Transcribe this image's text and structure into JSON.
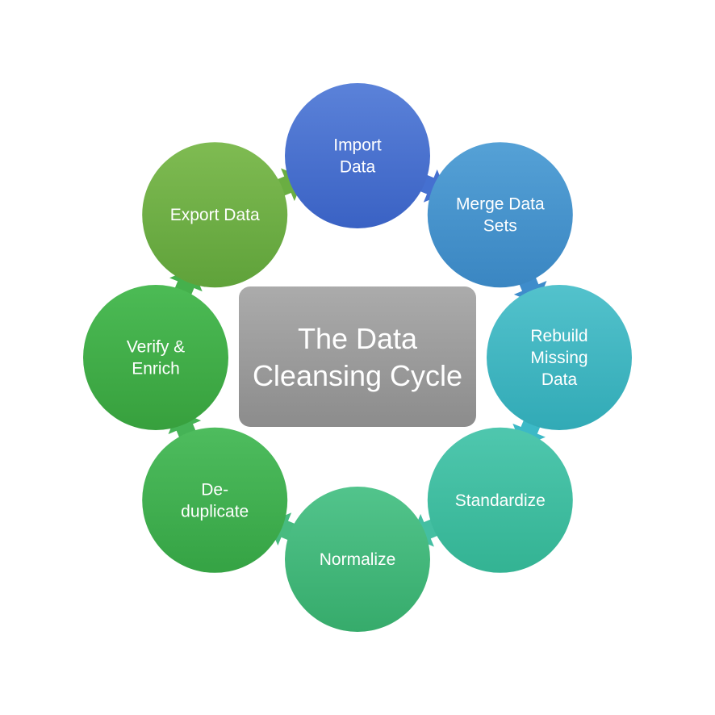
{
  "center": {
    "lines": [
      "The Data",
      "Cleansing Cycle"
    ],
    "color_top": "#ababab",
    "color_bottom": "#8c8c8c"
  },
  "nodes": [
    {
      "id": "import-data",
      "lines": [
        "Import",
        "Data"
      ],
      "color_top": "#5b82d9",
      "color_bottom": "#3a62c4"
    },
    {
      "id": "merge-data-sets",
      "lines": [
        "Merge Data",
        "Sets"
      ],
      "color_top": "#55a1d6",
      "color_bottom": "#3a86c2"
    },
    {
      "id": "rebuild-missing-data",
      "lines": [
        "Rebuild",
        "Missing",
        "Data"
      ],
      "color_top": "#53c2cc",
      "color_bottom": "#31aab6"
    },
    {
      "id": "standardize",
      "lines": [
        "Standardize"
      ],
      "color_top": "#4fc7ae",
      "color_bottom": "#33b393"
    },
    {
      "id": "normalize",
      "lines": [
        "Normalize"
      ],
      "color_top": "#52c48c",
      "color_bottom": "#36ab6b"
    },
    {
      "id": "de-duplicate",
      "lines": [
        "De-",
        "duplicate"
      ],
      "color_top": "#4ebc5e",
      "color_bottom": "#35a344"
    },
    {
      "id": "verify-enrich",
      "lines": [
        "Verify &",
        "Enrich"
      ],
      "color_top": "#4cbb55",
      "color_bottom": "#37a03d"
    },
    {
      "id": "export-data",
      "lines": [
        "Export Data"
      ],
      "color_top": "#7fbb52",
      "color_bottom": "#5fa23a"
    }
  ],
  "arrows": [
    {
      "from": "import-data",
      "to": "merge-data-sets",
      "color": "#4570d0"
    },
    {
      "from": "merge-data-sets",
      "to": "rebuild-missing-data",
      "color": "#3e8ccb"
    },
    {
      "from": "rebuild-missing-data",
      "to": "standardize",
      "color": "#3cb9c6"
    },
    {
      "from": "standardize",
      "to": "normalize",
      "color": "#44bfa2"
    },
    {
      "from": "normalize",
      "to": "de-duplicate",
      "color": "#47bb80"
    },
    {
      "from": "de-duplicate",
      "to": "verify-enrich",
      "color": "#45b356"
    },
    {
      "from": "verify-enrich",
      "to": "export-data",
      "color": "#45b04c"
    },
    {
      "from": "export-data",
      "to": "import-data",
      "color": "#6aae42"
    }
  ]
}
